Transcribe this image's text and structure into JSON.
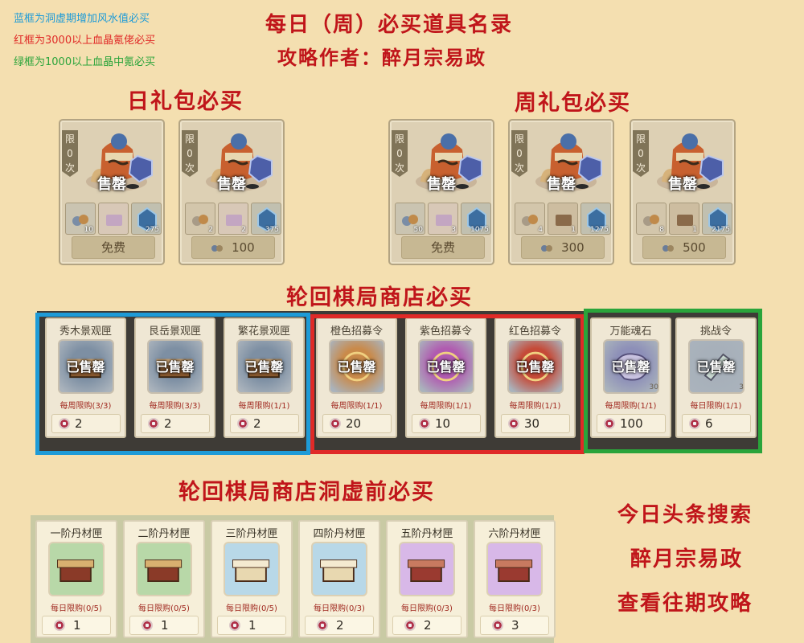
{
  "legend": [
    {
      "text": "蓝框为洞虚期增加风水值必买",
      "color": "#1e9bd7"
    },
    {
      "text": "红框为3000以上血晶氪佬必买",
      "color": "#e02a27"
    },
    {
      "text": "绿框为1000以上血晶中氪必买",
      "color": "#2aa43a"
    }
  ],
  "title_line1": "每日（周）必买道具名录",
  "title_line2": "攻略作者：醉月宗易政",
  "daily_title": "日礼包必买",
  "weekly_title": "周礼包必买",
  "limit_label": [
    "限",
    "0",
    "次"
  ],
  "sold_label": "售罄",
  "daily_packs": [
    {
      "items": [
        "10",
        "",
        "275"
      ],
      "price": "免费"
    },
    {
      "items": [
        "2",
        "2",
        "375"
      ],
      "price": "100"
    }
  ],
  "weekly_packs": [
    {
      "items": [
        "50",
        "3",
        "1075"
      ],
      "price": "免费"
    },
    {
      "items": [
        "4",
        "1",
        "1275"
      ],
      "price": "300"
    },
    {
      "items": [
        "8",
        "1",
        "2175"
      ],
      "price": "500"
    }
  ],
  "shop_title": "轮回棋局商店必买",
  "shop_sold": "已售罄",
  "shop_items": [
    {
      "name": "秀木景观匣",
      "limit": "每周限购(3/3)",
      "price": "2"
    },
    {
      "name": "艮岳景观匣",
      "limit": "每周限购(3/3)",
      "price": "2"
    },
    {
      "name": "繁花景观匣",
      "limit": "每周限购(1/1)",
      "price": "2"
    },
    {
      "name": "橙色招募令",
      "limit": "每周限购(1/1)",
      "price": "20"
    },
    {
      "name": "紫色招募令",
      "limit": "每周限购(1/1)",
      "price": "10"
    },
    {
      "name": "红色招募令",
      "limit": "每周限购(1/1)",
      "price": "30"
    },
    {
      "name": "万能魂石",
      "limit": "每周限购(1/1)",
      "price": "100",
      "stack": "30"
    },
    {
      "name": "挑战令",
      "limit": "每日限购(1/1)",
      "price": "6",
      "stack": "3"
    }
  ],
  "shop2_title": "轮回棋局商店洞虚前必买",
  "shop2_items": [
    {
      "name": "一阶丹材匣",
      "limit": "每日限购(0/5)",
      "price": "1"
    },
    {
      "name": "二阶丹材匣",
      "limit": "每日限购(0/5)",
      "price": "1"
    },
    {
      "name": "三阶丹材匣",
      "limit": "每日限购(0/5)",
      "price": "1"
    },
    {
      "name": "四阶丹材匣",
      "limit": "每日限购(0/3)",
      "price": "2"
    },
    {
      "name": "五阶丹材匣",
      "limit": "每日限购(0/3)",
      "price": "2"
    },
    {
      "name": "六阶丹材匣",
      "limit": "每日限购(0/3)",
      "price": "3"
    }
  ],
  "promo": [
    "今日头条搜索",
    "醉月宗易政",
    "查看往期攻略"
  ],
  "colors": {
    "frame_blue": "#1e9bd7",
    "frame_red": "#e02a27",
    "frame_green": "#2aa43a",
    "title_red": "#c0151a"
  }
}
